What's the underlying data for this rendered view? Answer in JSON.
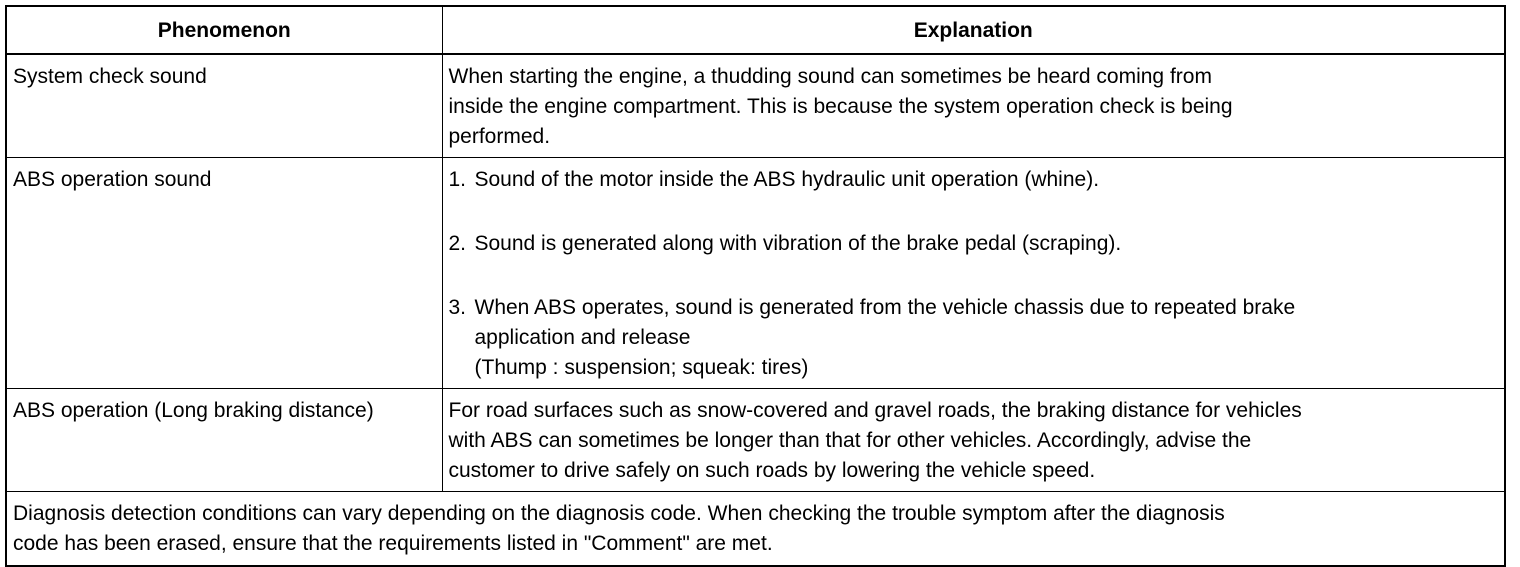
{
  "table": {
    "headers": [
      "Phenomenon",
      "Explanation"
    ],
    "rows": [
      {
        "phenomenon": "System check sound",
        "explanation_lines": [
          "When starting the engine, a thudding sound can sometimes be heard coming from",
          "inside the engine compartment. This is because the system operation check is being",
          "performed."
        ]
      },
      {
        "phenomenon": "ABS operation sound",
        "items": [
          {
            "number": "1.",
            "lines": [
              "Sound of the motor inside the ABS hydraulic unit operation (whine)."
            ]
          },
          {
            "number": "2.",
            "lines": [
              "Sound is generated along with vibration of the brake pedal (scraping)."
            ]
          },
          {
            "number": "3.",
            "lines": [
              "When ABS operates, sound is generated from the vehicle chassis due to repeated brake",
              "application and release",
              "(Thump : suspension; squeak: tires)"
            ]
          }
        ]
      },
      {
        "phenomenon": "ABS operation (Long braking distance)",
        "explanation_lines": [
          "For road surfaces such as snow-covered and gravel roads, the braking distance for vehicles",
          "with ABS can sometimes be longer than that for other vehicles. Accordingly, advise the",
          "customer to drive safely on such roads by lowering the vehicle speed."
        ]
      }
    ],
    "note_lines": [
      "Diagnosis detection conditions can vary depending on the diagnosis code. When checking the trouble symptom after the diagnosis",
      "code has been erased, ensure that the requirements listed in \"Comment\" are met."
    ]
  }
}
